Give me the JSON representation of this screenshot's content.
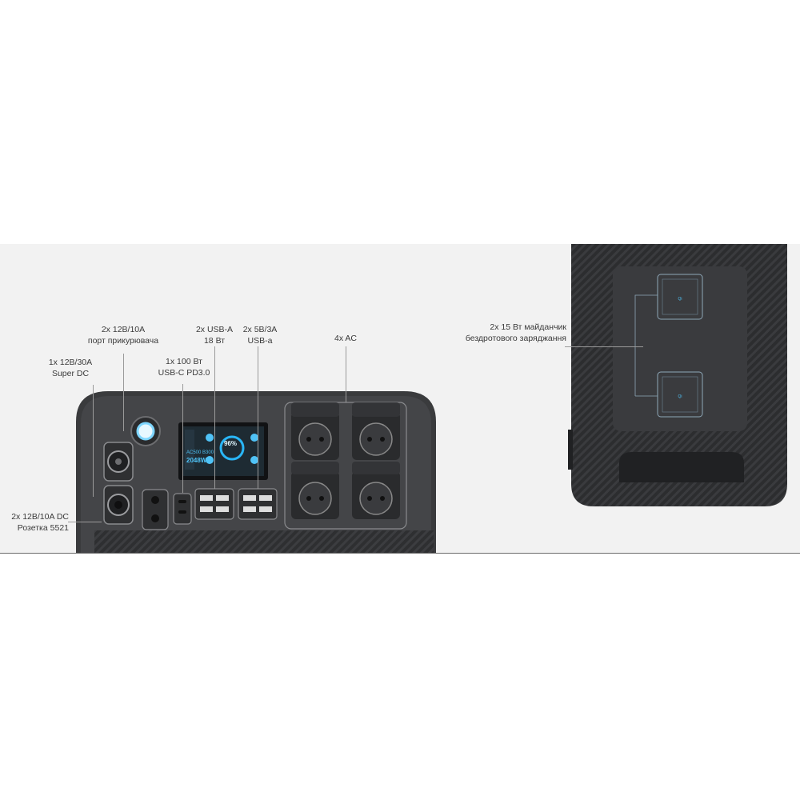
{
  "callouts": {
    "car_port": {
      "line1": "2x 12В/10A",
      "line2": "порт прикурювача"
    },
    "super_dc": {
      "line1": "1x 12В/30A",
      "line2": "Super DC"
    },
    "usb_c": {
      "line1": "1x 100 Вт",
      "line2": "USB-C PD3.0"
    },
    "usb_a_18w": {
      "line1": "2x USB-A",
      "line2": "18 Вт"
    },
    "usb_a_5v": {
      "line1": "2x 5В/3A",
      "line2": "USB-a"
    },
    "ac": {
      "line1": "4x AC"
    },
    "dc_5521": {
      "line1": "2x 12В/10A DC",
      "line2": "Розетка 5521"
    },
    "wireless": {
      "line1": "2x 15 Вт майданчик",
      "line2": "бездротового заряджання"
    }
  },
  "screen": {
    "model": "AC500 B300",
    "capacity": "2048Wh",
    "percent": "96%"
  },
  "colors": {
    "body": "#3a3b3d",
    "accent": "#29b6f6",
    "background": "#f2f2f2"
  },
  "icons": [
    "power-button-icon",
    "car-socket-icon",
    "dc-socket-icon",
    "usb-c-port-icon",
    "usb-a-port-icon",
    "ac-outlet-icon",
    "wireless-pad-icon",
    "handle-icon"
  ]
}
